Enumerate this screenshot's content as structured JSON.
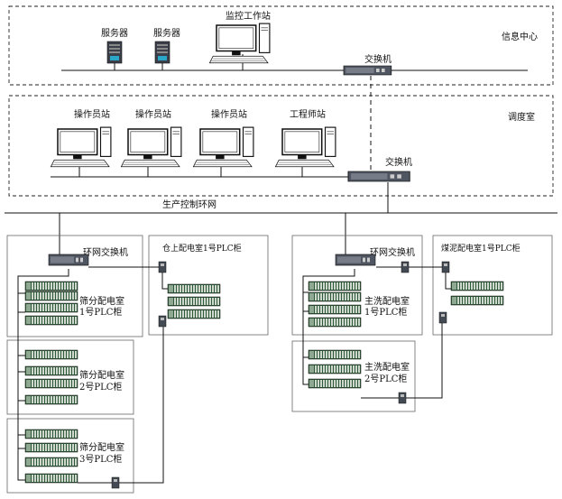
{
  "zones": {
    "info_center": "信息中心",
    "dispatch_room": "调度室"
  },
  "info_center": {
    "server_1": "服务器",
    "server_2": "服务器",
    "monitor_station": "监控工作站",
    "switch": "交换机"
  },
  "dispatch_room": {
    "operator_1": "操作员站",
    "operator_2": "操作员站",
    "operator_3": "操作员站",
    "engineer": "工程师站",
    "switch": "交换机"
  },
  "ring_network": "生产控制环网",
  "left_group": {
    "ring_switch": "环网交换机",
    "cabinet_1": [
      "筛分配电室",
      "1号PLC柜"
    ],
    "cabinet_2": [
      "筛分配电室",
      "2号PLC柜"
    ],
    "cabinet_3": [
      "筛分配电室",
      "3号PLC柜"
    ],
    "warehouse_cabinet": "仓上配电室1号PLC柜"
  },
  "right_group": {
    "ring_switch": "环网交换机",
    "cabinet_1": [
      "主洗配电室",
      "1号PLC柜"
    ],
    "cabinet_2": [
      "主洗配电室",
      "2号PLC柜"
    ],
    "slime_cabinet": "煤泥配电室1号PLC柜"
  }
}
